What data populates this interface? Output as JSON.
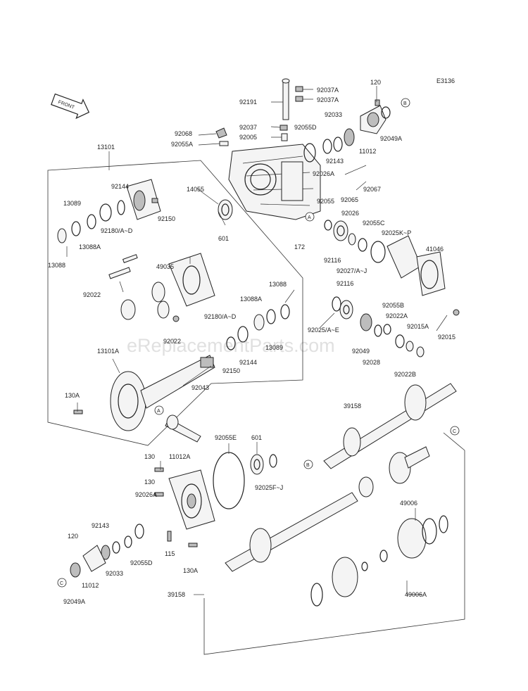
{
  "diagram_code": "E3136",
  "front_label": "FRONT",
  "watermark": "eReplacementParts.com",
  "ref_markers": [
    "A",
    "B",
    "C"
  ],
  "labels": [
    "92191",
    "92037A",
    "92037A",
    "120",
    "92033",
    "92037",
    "92005",
    "92055D",
    "92143",
    "92049A",
    "11012",
    "92068",
    "92055A",
    "13101",
    "14055",
    "92026A",
    "92067",
    "92065",
    "92144",
    "13089",
    "92150",
    "92180/A~D",
    "13088A",
    "13088",
    "601",
    "92055",
    "92026",
    "92055C",
    "92025K~P",
    "41046",
    "172",
    "92116",
    "92027/A~J",
    "49035",
    "92022",
    "92116",
    "13088",
    "13088A",
    "92180/A~D",
    "92025/A~E",
    "92055B",
    "92022A",
    "92015A",
    "92015",
    "92022",
    "92144",
    "13089",
    "92049",
    "92028",
    "92022B",
    "92150",
    "13101A",
    "92043",
    "130A",
    "39158",
    "92055E",
    "601",
    "130",
    "11012A",
    "130",
    "92025F~J",
    "92026A",
    "49006",
    "120",
    "92143",
    "92033",
    "92055D",
    "115",
    "130A",
    "11012",
    "92049A",
    "39158",
    "49006A"
  ]
}
